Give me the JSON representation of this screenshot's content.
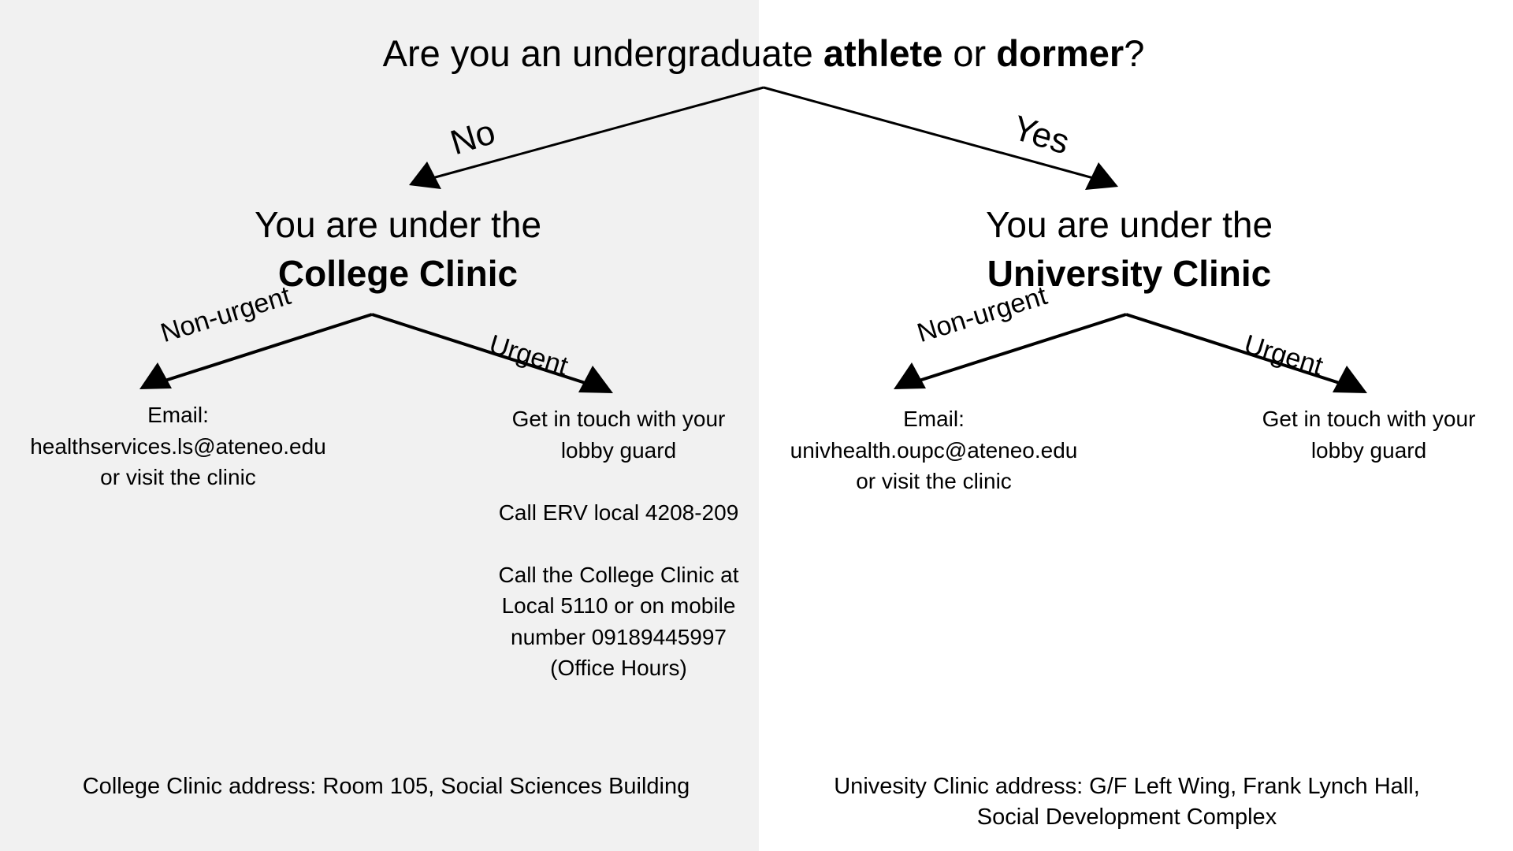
{
  "background": {
    "left_color": "#f1f1f1",
    "right_color": "#ffffff",
    "line_color": "#000000"
  },
  "question": {
    "prefix": "Are you an undergraduate ",
    "bold1": "athlete",
    "middle": " or ",
    "bold2": "dormer",
    "suffix": "?"
  },
  "branches": {
    "no_label": "No",
    "yes_label": "Yes"
  },
  "left": {
    "header_line1": "You are under the",
    "header_line2": "College Clinic",
    "non_urgent_label": "Non-urgent",
    "urgent_label": "Urgent",
    "non_urgent": {
      "line1": "Email:",
      "line2": "healthservices.ls@ateneo.edu",
      "line3": "or visit the clinic"
    },
    "urgent": {
      "line1": "Get in touch with your",
      "line2": "lobby guard",
      "line3": "Call ERV local 4208-209",
      "line4": "Call the College Clinic at",
      "line5": "Local 5110 or on mobile",
      "line6": "number 09189445997",
      "line7": "(Office Hours)"
    },
    "address": "College Clinic address: Room 105, Social Sciences Building"
  },
  "right": {
    "header_line1": "You are under the",
    "header_line2": "University Clinic",
    "non_urgent_label": "Non-urgent",
    "urgent_label": "Urgent",
    "non_urgent": {
      "line1": "Email:",
      "line2": "univhealth.oupc@ateneo.edu",
      "line3": "or visit the clinic"
    },
    "urgent": {
      "line1": "Get in touch with your",
      "line2": "lobby guard"
    },
    "address_line1": "Univesity Clinic address: G/F Left Wing, Frank Lynch Hall,",
    "address_line2": "Social Development Complex"
  }
}
